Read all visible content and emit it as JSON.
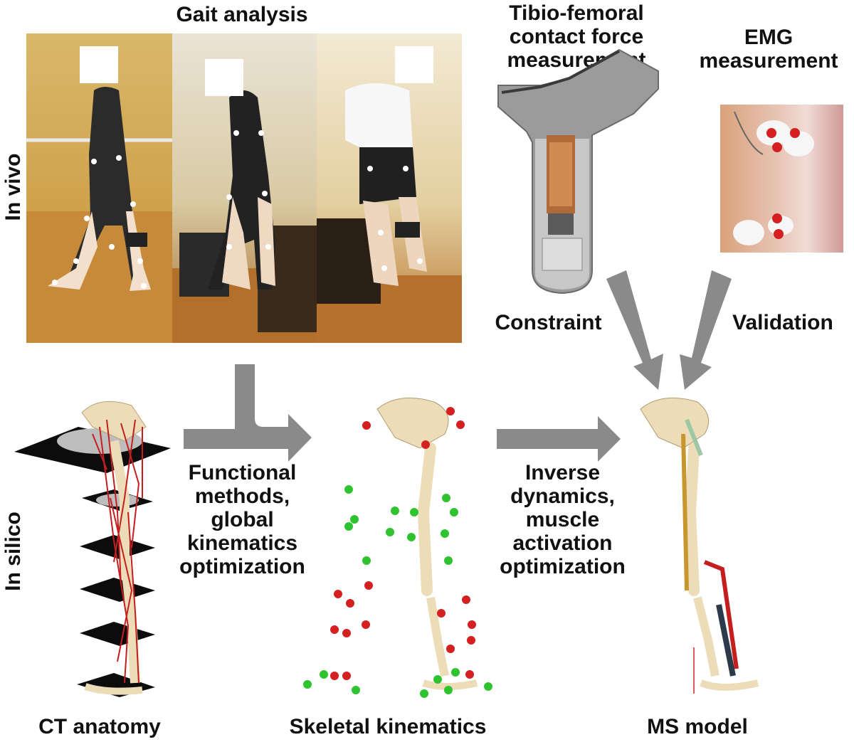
{
  "labels": {
    "gait_analysis": "Gait analysis",
    "contact_force": [
      "Tibio-femoral",
      "contact force",
      "measurement"
    ],
    "emg": [
      "EMG",
      "measurement"
    ],
    "constraint": "Constraint",
    "validation": "Validation",
    "in_vivo": "In vivo",
    "in_silico": "In silico",
    "functional": [
      "Functional",
      "methods,",
      "global",
      "kinematics",
      "optimization"
    ],
    "inverse": [
      "Inverse",
      "dynamics,",
      "muscle",
      "activation",
      "optimization"
    ],
    "ct_anatomy": "CT anatomy",
    "skeletal_kinematics": "Skeletal kinematics",
    "ms_model": "MS model"
  },
  "colors": {
    "arrow": "#8a8a8a",
    "marker_green": "#2fc42f",
    "marker_red": "#d42020",
    "bone": "#ecdcb8",
    "muscle": "#c41e1e"
  }
}
